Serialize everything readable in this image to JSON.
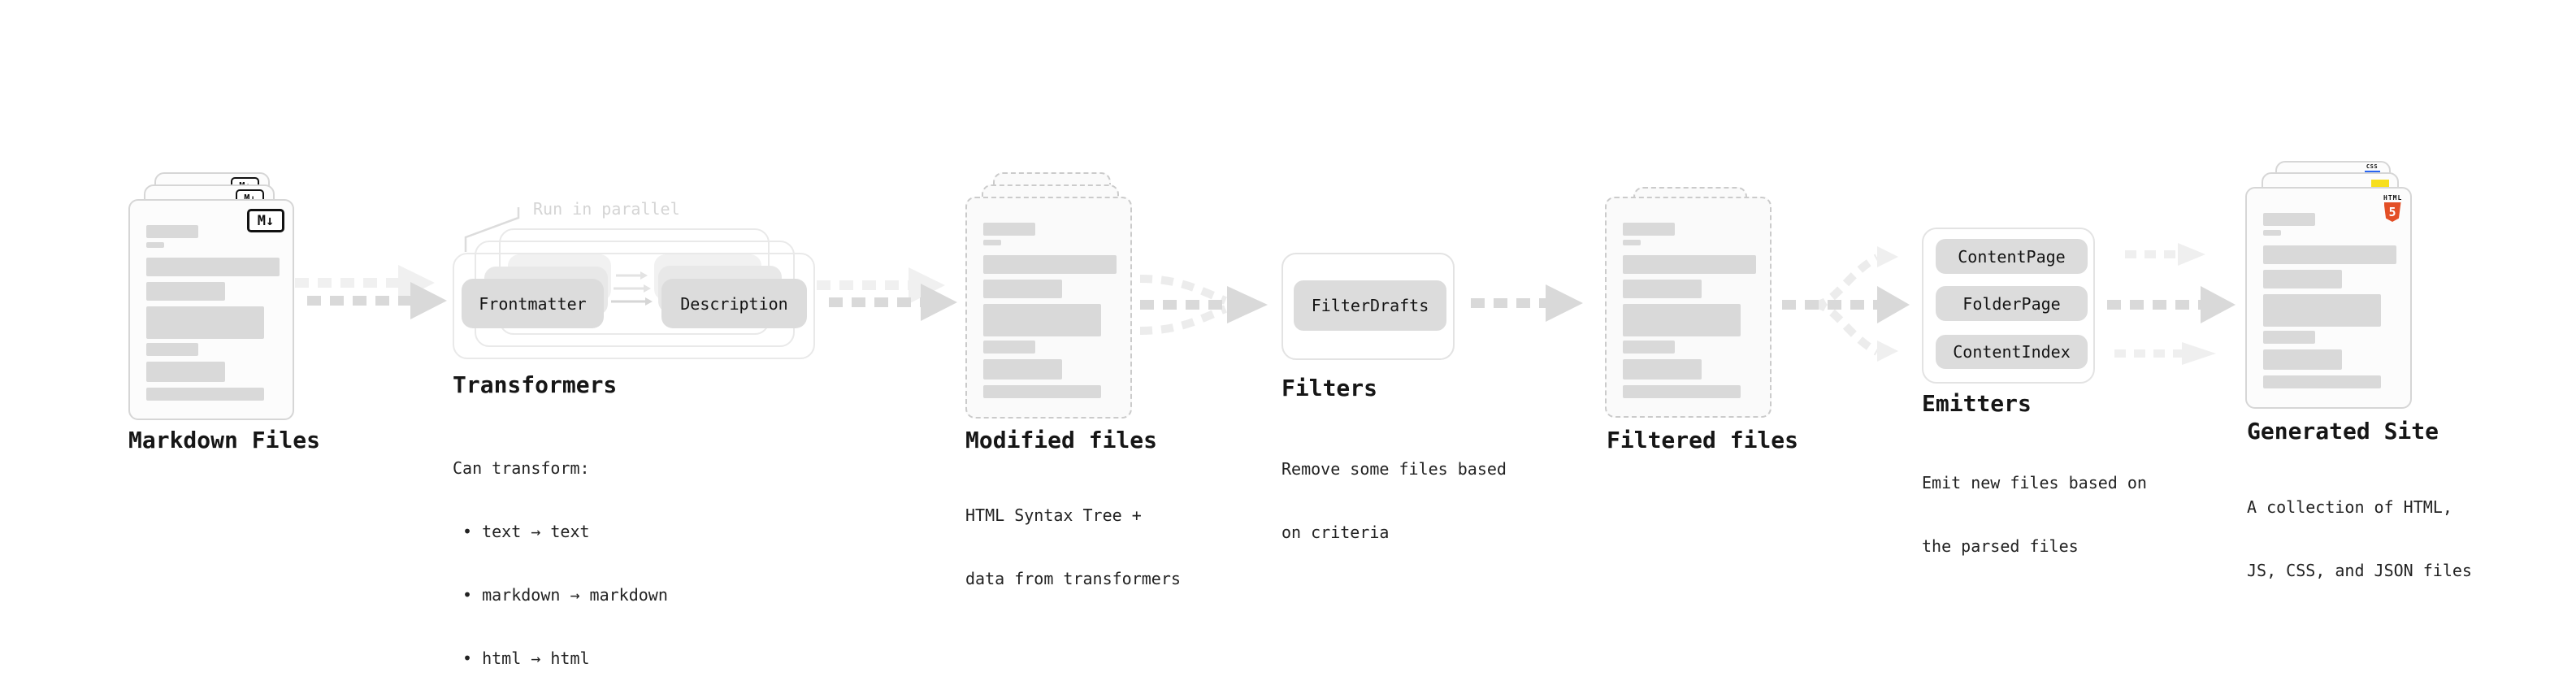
{
  "stages": {
    "markdown": {
      "title": "Markdown Files"
    },
    "transformers": {
      "title": "Transformers",
      "annotation": "Run in parallel",
      "pill_from": "Frontmatter",
      "pill_to": "Description",
      "desc": [
        "Can transform:",
        "• text → text",
        "• markdown → markdown",
        "• html → html"
      ]
    },
    "modified": {
      "title": "Modified files",
      "desc": [
        "HTML Syntax Tree +",
        "data from transformers"
      ]
    },
    "filters": {
      "title": "Filters",
      "pill": "FilterDrafts",
      "desc": [
        "Remove some files based",
        "on criteria"
      ]
    },
    "filtered": {
      "title": "Filtered files"
    },
    "emitters": {
      "title": "Emitters",
      "pills": [
        "ContentPage",
        "FolderPage",
        "ContentIndex"
      ],
      "desc": [
        "Emit new files based on",
        "the parsed files"
      ]
    },
    "generated": {
      "title": "Generated Site",
      "desc": [
        "A collection of HTML,",
        "JS, CSS, and JSON files"
      ]
    }
  },
  "icons": {
    "markdown_label": "M↓",
    "html5_caption": "HTML",
    "html5_glyph": "5",
    "css_label": "CSS"
  },
  "colors": {
    "html5_orange": "#e34f26",
    "js_yellow": "#f7df1e",
    "css_blue": "#2965f1"
  }
}
